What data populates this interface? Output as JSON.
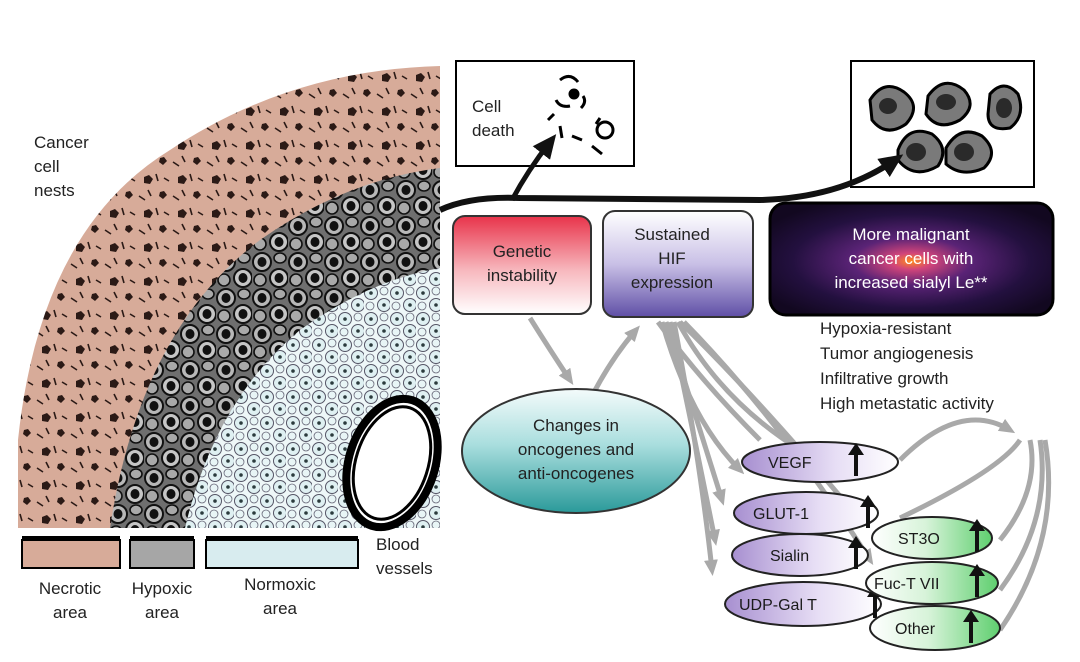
{
  "labels": {
    "cancer_cell_nests": [
      "Cancer",
      "cell",
      "nests"
    ],
    "cell_death": [
      "Cell",
      "death"
    ],
    "blood_vessels": [
      "Blood",
      "vessels"
    ],
    "necrotic_area": [
      "Necrotic",
      "area"
    ],
    "hypoxic_area": [
      "Hypoxic",
      "area"
    ],
    "normoxic_area": [
      "Normoxic",
      "area"
    ]
  },
  "boxes": {
    "genetic_instability": [
      "Genetic",
      "instability"
    ],
    "sustained_hif": [
      "Sustained",
      "HIF",
      "expression"
    ],
    "more_malignant": [
      "More malignant",
      "cancer cells with",
      "increased sialyl Le**"
    ]
  },
  "oncogenes": [
    "Changes in",
    "oncogenes and",
    "anti-oncogenes"
  ],
  "traits": [
    "Hypoxia-resistant",
    "Tumor angiogenesis",
    "Infiltrative growth",
    "High metastatic activity"
  ],
  "genes_left": [
    "VEGF",
    "GLUT-1",
    "Sialin",
    "UDP-Gal T"
  ],
  "genes_right": [
    "ST3O",
    "Fuc-T VII",
    "Other"
  ],
  "colors": {
    "necrotic": "#d7ab99",
    "hypoxic": "#9a9a9a",
    "normoxic": "#d8ecef",
    "genetic_box_top": "#e8334a",
    "hif_box_top": "#5f4fa6",
    "malignant_box": "#1a0830",
    "oncogene_ellipse": "#2a9a9a",
    "gene_ellipse": "#a78fd0",
    "gene_ellipse_right": "#5fcf6f"
  }
}
